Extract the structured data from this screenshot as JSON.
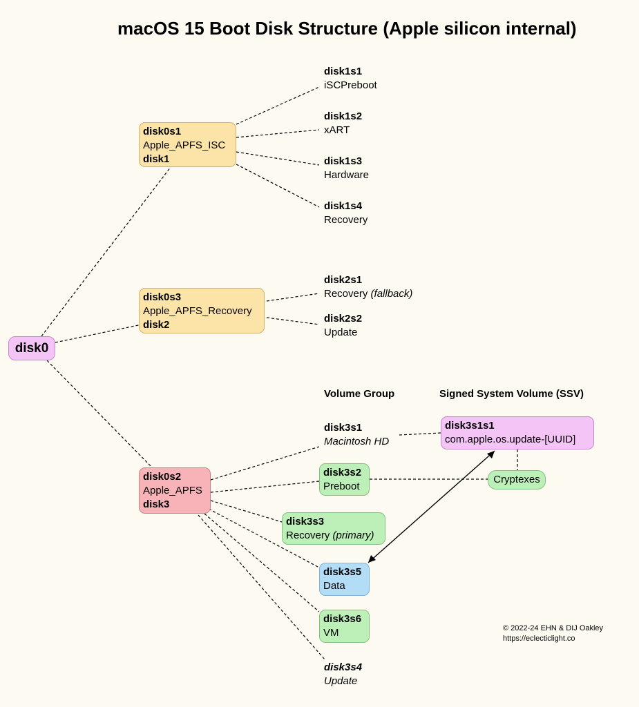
{
  "title": "macOS 15 Boot Disk Structure (Apple silicon internal)",
  "root": {
    "id": "disk0"
  },
  "isc": {
    "slice": "disk0s1",
    "type": "Apple_APFS_ISC",
    "container": "disk1",
    "volumes": [
      {
        "id": "disk1s1",
        "name": "iSCPreboot"
      },
      {
        "id": "disk1s2",
        "name": "xART"
      },
      {
        "id": "disk1s3",
        "name": "Hardware"
      },
      {
        "id": "disk1s4",
        "name": "Recovery"
      }
    ]
  },
  "recovery": {
    "slice": "disk0s3",
    "type": "Apple_APFS_Recovery",
    "container": "disk2",
    "volumes": [
      {
        "id": "disk2s1",
        "name": "Recovery",
        "note": "(fallback)"
      },
      {
        "id": "disk2s2",
        "name": "Update"
      }
    ]
  },
  "main": {
    "slice": "disk0s2",
    "type": "Apple_APFS",
    "container": "disk3"
  },
  "headers": {
    "volume_group": "Volume Group",
    "ssv": "Signed System Volume (SSV)"
  },
  "volumes": {
    "disk3s1": {
      "id": "disk3s1",
      "name": "Macintosh HD"
    },
    "disk3s2": {
      "id": "disk3s2",
      "name": "Preboot"
    },
    "disk3s3": {
      "id": "disk3s3",
      "name": "Recovery",
      "note": "(primary)"
    },
    "disk3s5": {
      "id": "disk3s5",
      "name": "Data"
    },
    "disk3s6": {
      "id": "disk3s6",
      "name": "VM"
    },
    "disk3s4": {
      "id": "disk3s4",
      "name": "Update"
    }
  },
  "snapshot": {
    "id": "disk3s1s1",
    "name": "com.apple.os.update-[UUID]"
  },
  "cryptexes": "Cryptexes",
  "copyright": {
    "line1": "© 2022-24 EHN & DIJ Oakley",
    "line2": "https://eclecticlight.co"
  },
  "colors": {
    "isc": "#fce3a8",
    "main": "#f8b3b9",
    "system": "#bdf0b8",
    "data": "#b3dcf7",
    "root": "#f5c4f7"
  }
}
